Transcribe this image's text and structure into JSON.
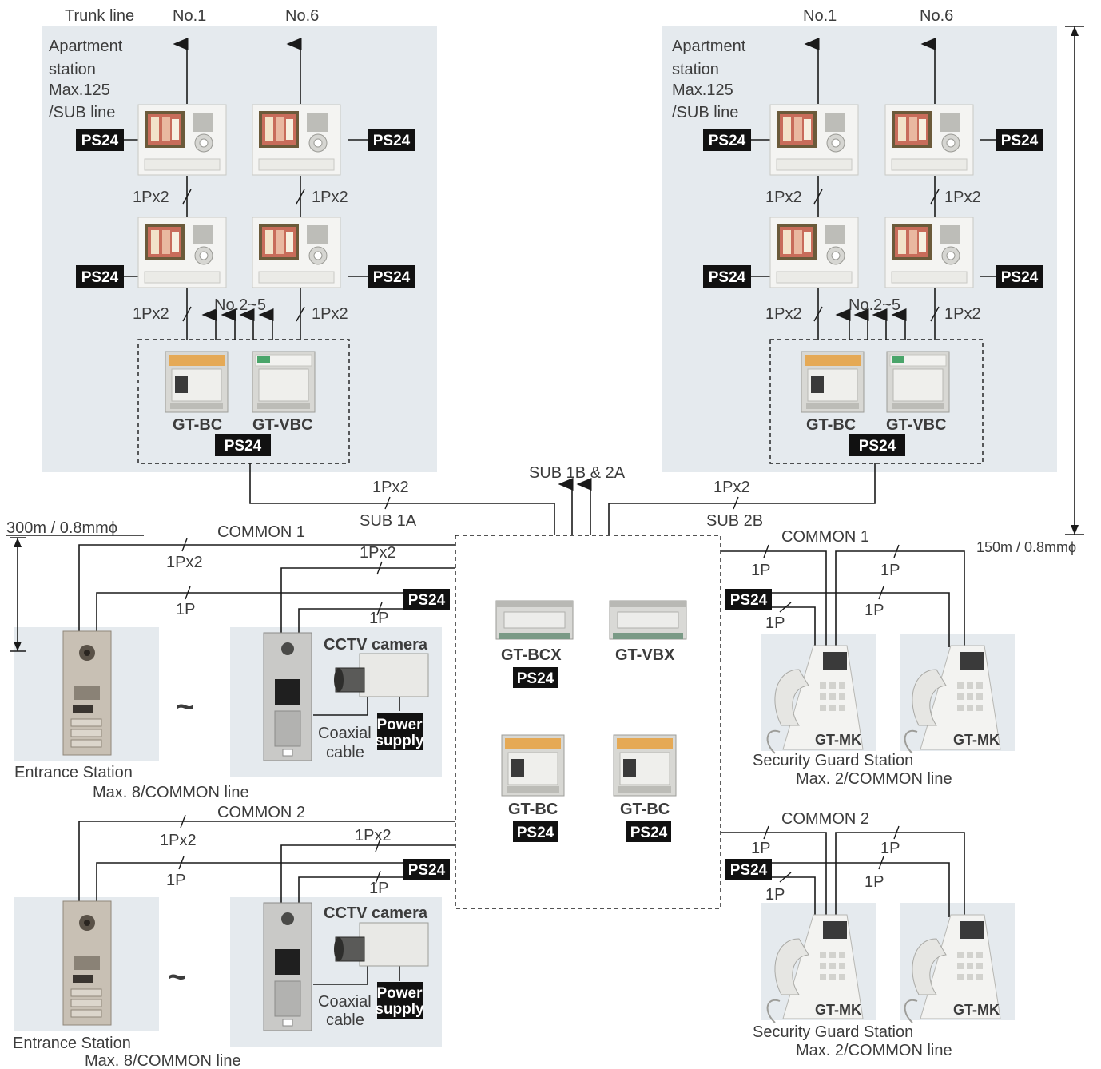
{
  "colors": {
    "panel": "#e5eaee",
    "badge": "#111111",
    "wire": "#1a1a1a",
    "text": "#3c3c3c"
  },
  "labels": {
    "trunk_line": "Trunk line",
    "no1": "No.1",
    "no6": "No.6",
    "no2_5": "No.2~5",
    "apt_station_l1": "Apartment",
    "apt_station_l2": "station",
    "apt_station_l3": "Max.125",
    "apt_station_l4": "/SUB line",
    "ps24": "PS24",
    "gt_bc": "GT-BC",
    "gt_vbc": "GT-VBC",
    "gt_bcx": "GT-BCX",
    "gt_vbx": "GT-VBX",
    "gt_mk": "GT-MK",
    "cable_1px2": "1Px2",
    "cable_1p": "1P",
    "sub_1a": "SUB 1A",
    "sub_2b": "SUB 2B",
    "sub_1b_2a": "SUB 1B & 2A",
    "common_1": "COMMON 1",
    "common_2": "COMMON 2",
    "dist_300": "300m / 0.8mmϕ",
    "dist_150": "150m / 0.8mmϕ",
    "cctv_camera": "CCTV camera",
    "coaxial": "Coaxial",
    "cable": "cable",
    "power": "Power",
    "supply": "supply",
    "entrance_station": "Entrance Station",
    "entrance_max": "Max. 8/COMMON line",
    "tilde": "~",
    "guard_station": "Security Guard Station",
    "guard_max": "Max. 2/COMMON line"
  },
  "icons": [
    "apartment-monitor-icon",
    "bus-control-unit-icon",
    "entrance-panel-icon",
    "cctv-camera-icon",
    "guard-phone-icon",
    "din-rail-unit-icon",
    "arrow-up-icon"
  ]
}
